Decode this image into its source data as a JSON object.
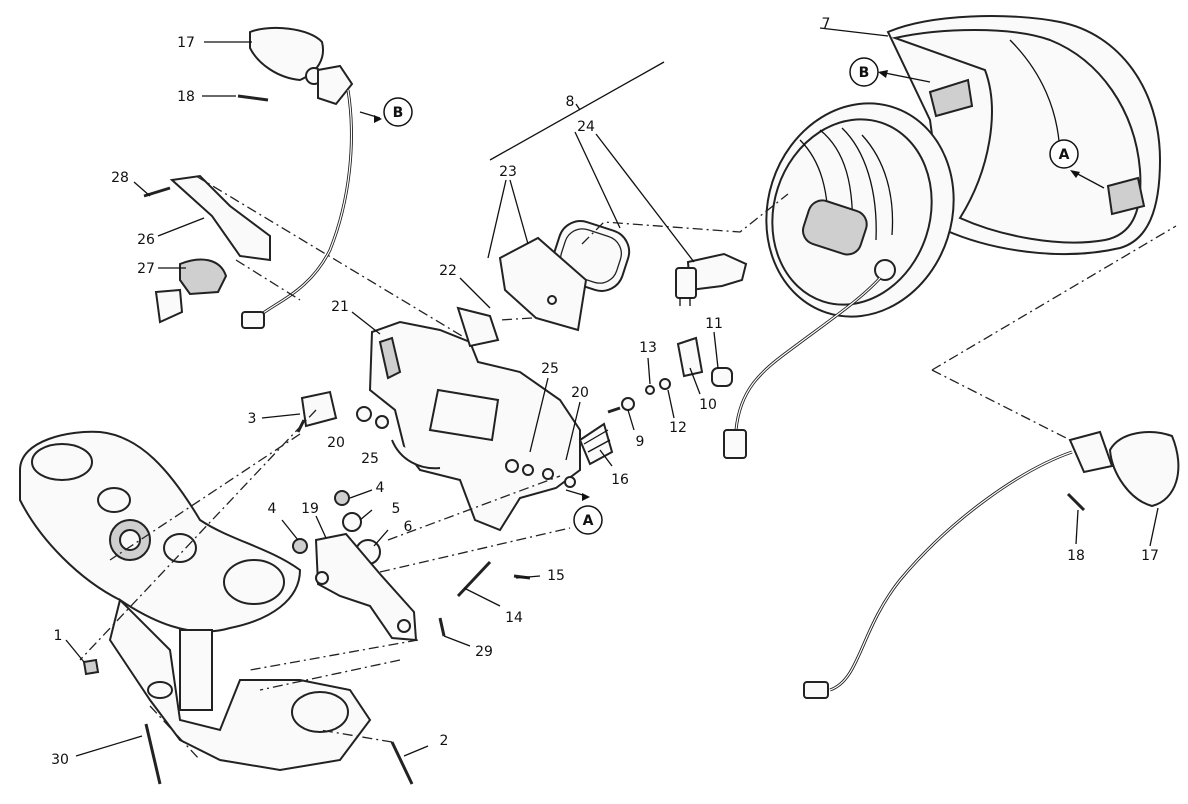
{
  "diagram": {
    "part_labels": [
      {
        "id": "p1",
        "text": "1"
      },
      {
        "id": "p2",
        "text": "2"
      },
      {
        "id": "p3",
        "text": "3"
      },
      {
        "id": "p4a",
        "text": "4"
      },
      {
        "id": "p4b",
        "text": "4"
      },
      {
        "id": "p5",
        "text": "5"
      },
      {
        "id": "p6",
        "text": "6"
      },
      {
        "id": "p7",
        "text": "7"
      },
      {
        "id": "p8",
        "text": "8"
      },
      {
        "id": "p9",
        "text": "9"
      },
      {
        "id": "p10",
        "text": "10"
      },
      {
        "id": "p11",
        "text": "11"
      },
      {
        "id": "p12",
        "text": "12"
      },
      {
        "id": "p13",
        "text": "13"
      },
      {
        "id": "p14",
        "text": "14"
      },
      {
        "id": "p15",
        "text": "15"
      },
      {
        "id": "p16",
        "text": "16"
      },
      {
        "id": "p17a",
        "text": "17"
      },
      {
        "id": "p17b",
        "text": "17"
      },
      {
        "id": "p18a",
        "text": "18"
      },
      {
        "id": "p18b",
        "text": "18"
      },
      {
        "id": "p19",
        "text": "19"
      },
      {
        "id": "p20a",
        "text": "20"
      },
      {
        "id": "p20b",
        "text": "20"
      },
      {
        "id": "p21",
        "text": "21"
      },
      {
        "id": "p22",
        "text": "22"
      },
      {
        "id": "p23",
        "text": "23"
      },
      {
        "id": "p24",
        "text": "24"
      },
      {
        "id": "p25a",
        "text": "25"
      },
      {
        "id": "p25b",
        "text": "25"
      },
      {
        "id": "p26",
        "text": "26"
      },
      {
        "id": "p27",
        "text": "27"
      },
      {
        "id": "p28",
        "text": "28"
      },
      {
        "id": "p29",
        "text": "29"
      },
      {
        "id": "p30",
        "text": "30"
      }
    ],
    "callouts": [
      {
        "id": "cB1",
        "text": "B"
      },
      {
        "id": "cB2",
        "text": "B"
      },
      {
        "id": "cA1",
        "text": "A"
      },
      {
        "id": "cA2",
        "text": "A"
      }
    ]
  }
}
